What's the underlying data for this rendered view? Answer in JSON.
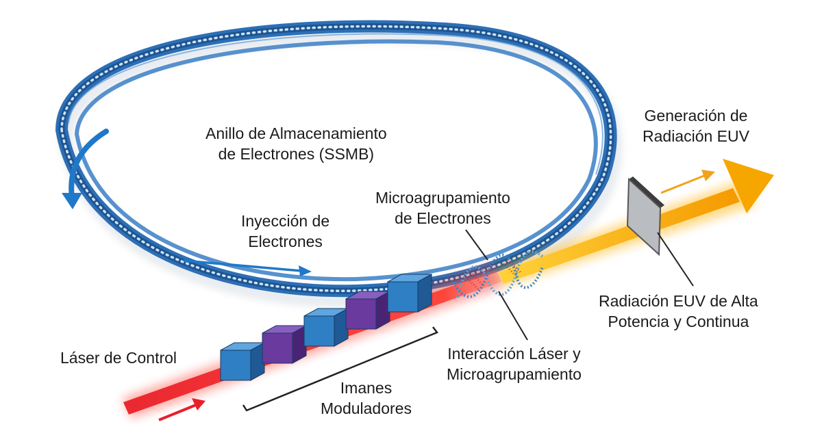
{
  "labels": {
    "ring": [
      "Anillo de Almacenamiento",
      "de Electrones (SSMB)"
    ],
    "injection": [
      "Inyección de",
      "Electrones"
    ],
    "microbunching": [
      "Microagrupamiento",
      "de Electrones"
    ],
    "euv_generation": [
      "Generación de",
      "Radiación EUV"
    ],
    "euv_output": [
      "Radiación EUV de Alta",
      "Potencia y Continua"
    ],
    "interaction": [
      "Interacción Láser y",
      "Microagrupamiento"
    ],
    "laser": [
      "Láser de Control"
    ],
    "magnets": [
      "Imanes",
      "Moduladores"
    ]
  },
  "colors": {
    "ring_blue": "#2d6fb6",
    "ring_dots": "#cfe3f5",
    "arrow_blue": "#1f78c8",
    "laser_red": "#e8202a",
    "euv_orange": "#f7a600",
    "euv_yellow": "#ffd23a",
    "magnet_blue": "#2f7fc4",
    "magnet_purple": "#6a3a9e",
    "bunch_dots": "#5aa2de"
  },
  "magnets": [
    "blue",
    "purple",
    "blue",
    "purple",
    "blue"
  ]
}
